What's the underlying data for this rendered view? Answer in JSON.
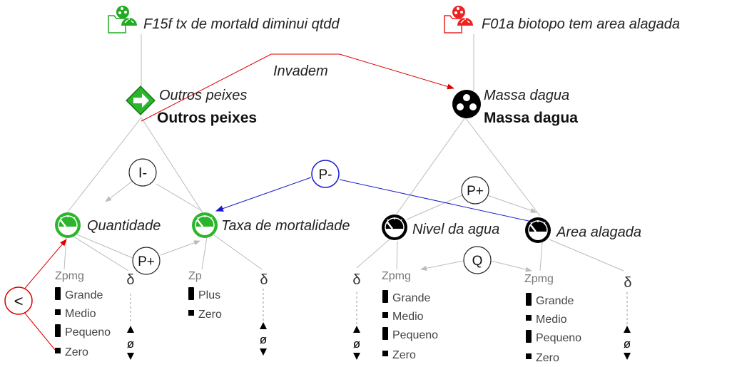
{
  "scenarios": {
    "left": {
      "text": "F15f tx de mortald diminui qtdd",
      "color": "#22aa22"
    },
    "right": {
      "text": "F01a biotopo tem area alagada",
      "color": "#ee2222"
    }
  },
  "entities": {
    "outros": {
      "name_italic": "Outros peixes",
      "name_bold": "Outros peixes"
    },
    "massa": {
      "name_italic": "Massa dagua",
      "name_bold": "Massa dagua"
    }
  },
  "relation": {
    "label": "Invadem",
    "color": "#dd0000"
  },
  "quantities": {
    "quantidade": {
      "label": "Quantidade",
      "qspace_name": "Zpmg",
      "values": [
        "Grande",
        "Medio",
        "Pequeno",
        "Zero"
      ],
      "delta": "δ",
      "derivative_value": "ø"
    },
    "taxa": {
      "label": "Taxa de mortalidade",
      "qspace_name": "Zp",
      "values": [
        "Plus",
        "Zero"
      ],
      "delta": "δ",
      "derivative_value": "ø"
    },
    "nivel": {
      "label": "Nivel da agua",
      "qspace_name": "Zpmg",
      "values": [
        "Grande",
        "Medio",
        "Pequeno",
        "Zero"
      ],
      "delta": "δ",
      "derivative_value": "ø"
    },
    "area": {
      "label": "Area alagada",
      "qspace_name": "Zpmg",
      "values": [
        "Grande",
        "Medio",
        "Pequeno",
        "Zero"
      ],
      "delta": "δ",
      "derivative_value": "ø"
    }
  },
  "dependencies": {
    "i_minus": {
      "label": "I-"
    },
    "p_plus_left": {
      "label": "P+"
    },
    "p_minus": {
      "label": "P-",
      "color": "#1a1acc"
    },
    "p_plus_right": {
      "label": "P+"
    },
    "q": {
      "label": "Q"
    },
    "less_than": {
      "label": "<",
      "color": "#dd0000"
    }
  }
}
